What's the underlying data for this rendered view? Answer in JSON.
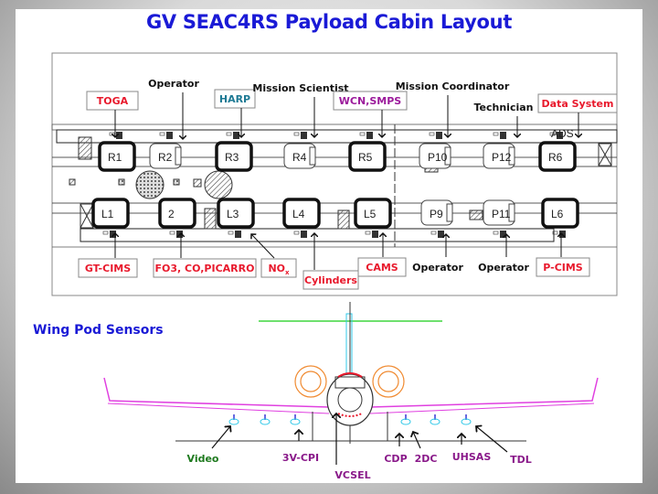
{
  "title": "GV SEAC4RS Payload Cabin Layout",
  "colors": {
    "title": "#1a1ad6",
    "instrument_red": "#e8192c",
    "instrument_teal": "#1e7a94",
    "instrument_purple": "#9b1a9b",
    "role_black": "#111111",
    "wing_magenta": "#e040e0",
    "tail_green": "#6ee06e",
    "engine_orange": "#f08a30",
    "sensor_green": "#1f7a1f",
    "sensor_purple": "#8a1a8a",
    "vertical_tail_cyan": "#30c8e8"
  },
  "cabin": {
    "top_row_labels": [
      {
        "text": "TOGA",
        "boxed": true,
        "color": "red"
      },
      {
        "text": "Operator",
        "boxed": false,
        "color": "black"
      },
      {
        "text": "HARP",
        "boxed": true,
        "color": "teal"
      },
      {
        "text": "Mission Scientist",
        "boxed": false,
        "color": "black"
      },
      {
        "text": "WCN,SMPS",
        "boxed": true,
        "color": "purple"
      },
      {
        "text": "Mission Coordinator",
        "boxed": false,
        "color": "black"
      },
      {
        "text": "Technician",
        "boxed": false,
        "color": "black"
      },
      {
        "text": "Data System",
        "boxed": true,
        "color": "red"
      }
    ],
    "bottom_row_labels": [
      {
        "text": "GT-CIMS",
        "boxed": true,
        "color": "red"
      },
      {
        "text": "FO3, CO,PICARRO",
        "boxed": true,
        "color": "red"
      },
      {
        "text": "NO",
        "sub": "x",
        "boxed": true,
        "color": "red"
      },
      {
        "text": "Cylinders",
        "boxed": true,
        "color": "red"
      },
      {
        "text": "CAMS",
        "boxed": true,
        "color": "red"
      },
      {
        "text": "Operator",
        "boxed": false,
        "color": "black"
      },
      {
        "text": "Operator",
        "boxed": false,
        "color": "black"
      },
      {
        "text": "P-CIMS",
        "boxed": true,
        "color": "red"
      }
    ],
    "right_seats": [
      "R1",
      "R2",
      "R3",
      "R4",
      "R5",
      "P10",
      "P12",
      "R6"
    ],
    "left_seats": [
      "L1",
      "2",
      "L3",
      "L4",
      "L5",
      "P9",
      "P11",
      "L6"
    ],
    "ads_label": "ADS"
  },
  "wing": {
    "section_title": "Wing Pod Sensors",
    "sensors": [
      {
        "text": "Video",
        "color": "green"
      },
      {
        "text": "3V-CPI",
        "color": "purple"
      },
      {
        "text": "VCSEL",
        "color": "purple"
      },
      {
        "text": "CDP",
        "color": "purple"
      },
      {
        "text": "2DC",
        "color": "purple"
      },
      {
        "text": "UHSAS",
        "color": "purple"
      },
      {
        "text": "TDL",
        "color": "purple"
      }
    ]
  }
}
